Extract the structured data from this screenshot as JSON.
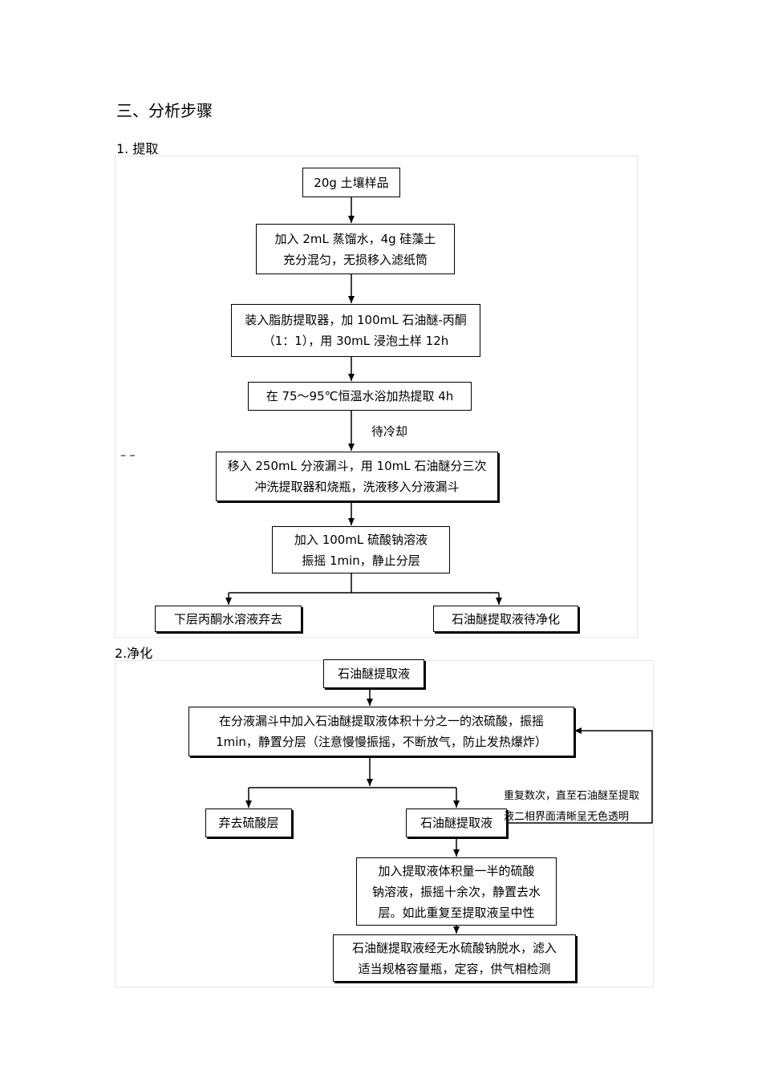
{
  "heading": "三、分析步骤",
  "section1": {
    "title": "1. 提取",
    "boxes": [
      [
        "20g 土壤样品"
      ],
      [
        "加入 2mL 蒸馏水，4g 硅藻土",
        "充分混匀，无损移入滤纸筒"
      ],
      [
        "装入脂肪提取器，加 100mL 石油醚-丙酮",
        "（1：1），用 30mL 浸泡土样 12h"
      ],
      [
        "在 75～95℃恒温水浴加热提取 4h"
      ],
      [
        "移入 250mL 分液漏斗，用 10mL 石油醚分三次",
        "冲洗提取器和烧瓶，洗液移入分液漏斗"
      ],
      [
        "加入 100mL 硫酸钠溶液",
        "振摇 1min，静止分层"
      ],
      [
        "下层丙酮水溶液弃去"
      ],
      [
        "石油醚提取液待净化"
      ]
    ],
    "edge_label": "待冷却",
    "margin_mark": "– –"
  },
  "section2": {
    "title": "2.净化",
    "boxes": [
      [
        "石油醚提取液"
      ],
      [
        "在分液漏斗中加入石油醚提取液体积十分之一的浓硫酸，振摇",
        "1min，静置分层（注意慢慢振摇，不断放气，防止发热爆炸）"
      ],
      [
        "弃去硫酸层"
      ],
      [
        "石油醚提取液"
      ],
      [
        "加入提取液体积量一半的硫酸",
        "钠溶液，振摇十余次，静置去水",
        "层。如此重复至提取液呈中性"
      ],
      [
        "石油醚提取液经无水硫酸钠脱水，滤入",
        "适当规格容量瓶，定容，供气相检测"
      ]
    ],
    "loop_note": [
      "重复数次，直至石油醚至提取",
      "液二相界面清晰呈无色透明"
    ]
  }
}
